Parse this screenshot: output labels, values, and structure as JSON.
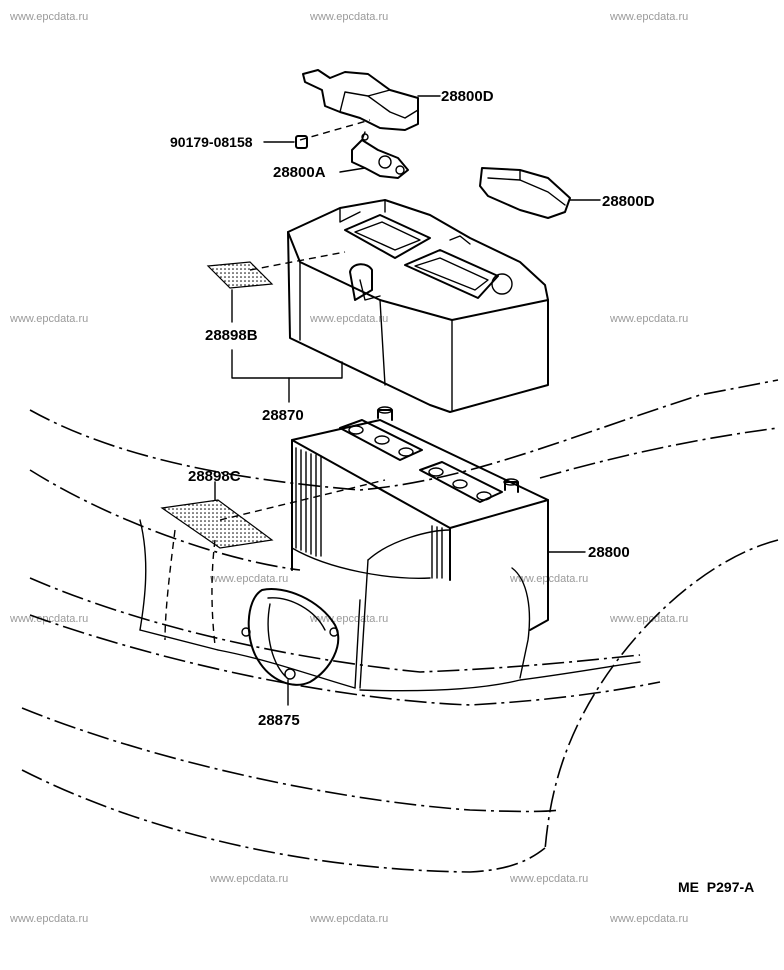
{
  "watermark": "www.epcdata.ru",
  "diagram_code": "ME  P297-A",
  "parts": {
    "cover_top": "28800D",
    "bolt": "90179-08158",
    "clamp": "28800A",
    "cover_side": "28800D",
    "label_b": "28898B",
    "tray": "28870",
    "label_c": "28898C",
    "battery": "28800",
    "insulator": "28875"
  }
}
